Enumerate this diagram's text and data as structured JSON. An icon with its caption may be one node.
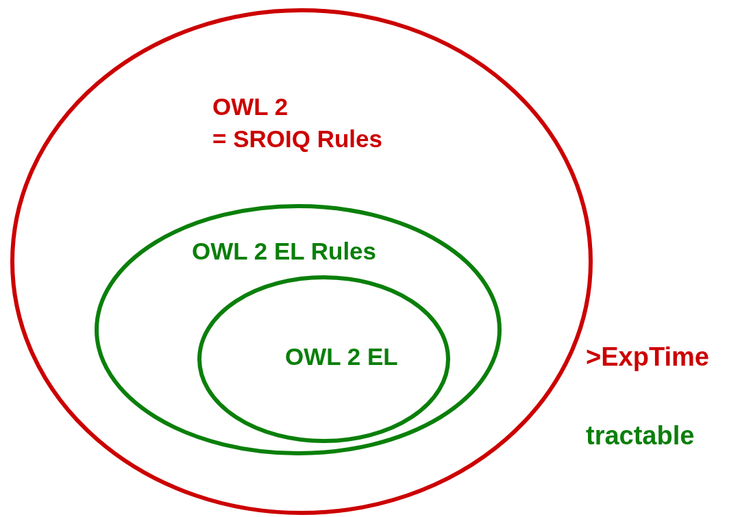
{
  "diagram": {
    "nodes": [
      {
        "text": [
          "OWL 2",
          "= SROIQ Rules"
        ]
      },
      {
        "text": [
          "OWL 2 EL Rules"
        ],
        "in": 0
      },
      {
        "text": [
          "OWL 2 EL"
        ],
        "in": 1
      }
    ],
    "labels": [
      ">ExpTime",
      "tractable"
    ]
  }
}
